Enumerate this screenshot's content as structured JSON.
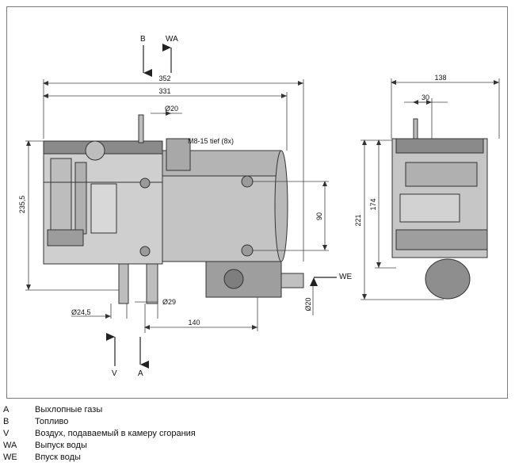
{
  "diagram": {
    "dimensions": {
      "overall_length": "352",
      "body_length": "331",
      "pipe_diameter_top": "Ø20",
      "mounting_bolts": "M8-15 tief (8x)",
      "overall_height": "235,5",
      "bolt_spacing": "90",
      "exhaust_diameter": "Ø24,5",
      "air_intake_diameter": "Ø29",
      "offset_140": "140",
      "water_port_diameter": "Ø20",
      "side_width": "138",
      "side_offset": "30",
      "side_height_221": "221",
      "side_height_174": "174"
    },
    "arrows": {
      "fuel_top": "B",
      "water_out_top": "WA",
      "water_in_side": "WE",
      "air_bottom": "V",
      "exhaust_bottom": "A"
    }
  },
  "legend": [
    {
      "key": "A",
      "text": "Выхлопные газы"
    },
    {
      "key": "B",
      "text": "Топливо"
    },
    {
      "key": "V",
      "text": "Воздух, подаваемый в камеру сгорания"
    },
    {
      "key": "WA",
      "text": "Выпуск воды"
    },
    {
      "key": "WE",
      "text": "Впуск воды"
    }
  ]
}
